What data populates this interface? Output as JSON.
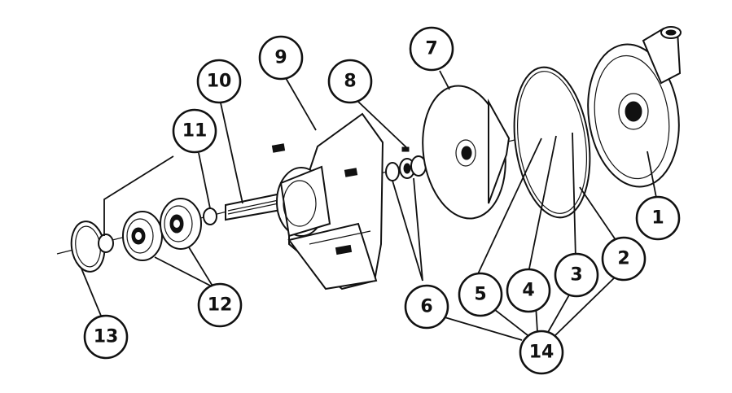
{
  "callouts": [
    {
      "id": "1",
      "label": "1"
    },
    {
      "id": "2",
      "label": "2"
    },
    {
      "id": "3",
      "label": "3"
    },
    {
      "id": "4",
      "label": "4"
    },
    {
      "id": "5",
      "label": "5"
    },
    {
      "id": "6",
      "label": "6"
    },
    {
      "id": "7",
      "label": "7"
    },
    {
      "id": "8",
      "label": "8"
    },
    {
      "id": "9",
      "label": "9"
    },
    {
      "id": "10",
      "label": "10"
    },
    {
      "id": "11",
      "label": "11"
    },
    {
      "id": "12",
      "label": "12"
    },
    {
      "id": "13",
      "label": "13"
    },
    {
      "id": "14",
      "label": "14"
    }
  ],
  "colors": {
    "ink": "#111111",
    "background": "#ffffff"
  }
}
